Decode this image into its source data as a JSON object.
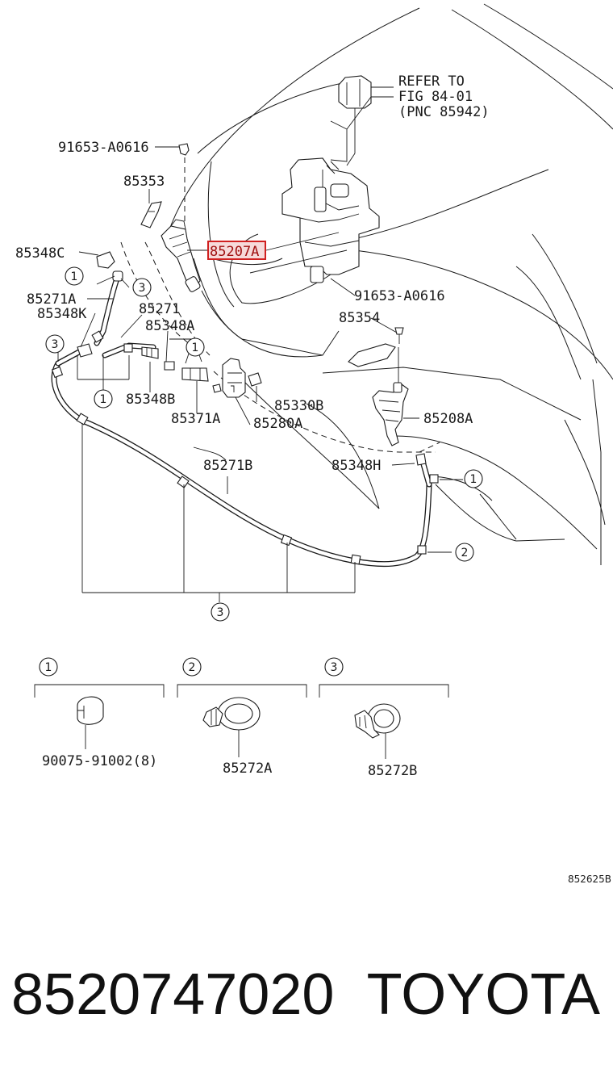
{
  "labels": {
    "ref_line1": "REFER TO",
    "ref_line2": "FIG 84-01",
    "ref_line3": "(PNC 85942)",
    "p91653_top": "91653-A0616",
    "p85353": "85353",
    "p85348C": "85348C",
    "p85207A": "85207A",
    "p85271A": "85271A",
    "p85348K": "85348K",
    "p85271": "85271",
    "p85348A": "85348A",
    "p91653_right": "91653-A0616",
    "p85354": "85354",
    "p85348B": "85348B",
    "p85330B": "85330B",
    "p85371A": "85371A",
    "p85280A": "85280A",
    "p85208A": "85208A",
    "p85271B": "85271B",
    "p85348H": "85348H",
    "p90075": "90075-91002(8)",
    "p85272A": "85272A",
    "p85272B": "85272B",
    "drawing_code": "852625B",
    "part_number": "8520747020",
    "brand": "TOYOTA"
  },
  "callouts": {
    "one": "1",
    "two": "2",
    "three": "3"
  },
  "highlight": {
    "part": "85207A",
    "color": "#d02020"
  }
}
